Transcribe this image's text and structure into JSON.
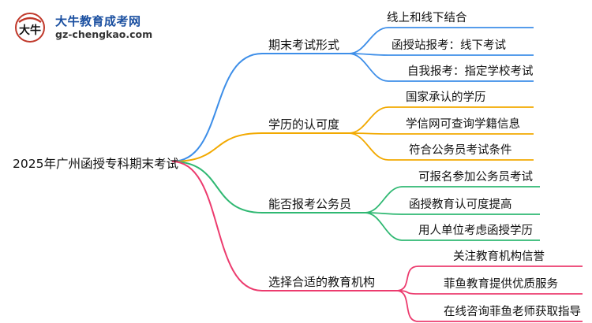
{
  "logo": {
    "name": "大牛教育成考网",
    "url": "gz-chengkao.com",
    "mark_text": "大牛"
  },
  "root": {
    "title": "2025年广州函授专科期末考试"
  },
  "branches": [
    {
      "label": "期末考试形式",
      "color": "#3d8ee8",
      "leaves": [
        "线上和线下结合",
        "函授站报考：线下考试",
        "自我报考：指定学校考试"
      ]
    },
    {
      "label": "学历的认可度",
      "color": "#f2a900",
      "leaves": [
        "国家承认的学历",
        "学信网可查询学籍信息",
        "符合公务员考试条件"
      ]
    },
    {
      "label": "能否报考公务员",
      "color": "#2fb872",
      "leaves": [
        "可报名参加公务员考试",
        "函授教育认可度提高",
        "用人单位考虑函授学历"
      ]
    },
    {
      "label": "选择合适的教育机构",
      "color": "#ec3b6e",
      "leaves": [
        "关注教育机构信誉",
        "菲鱼教育提供优质服务",
        "在线咨询菲鱼老师获取指导"
      ]
    }
  ]
}
